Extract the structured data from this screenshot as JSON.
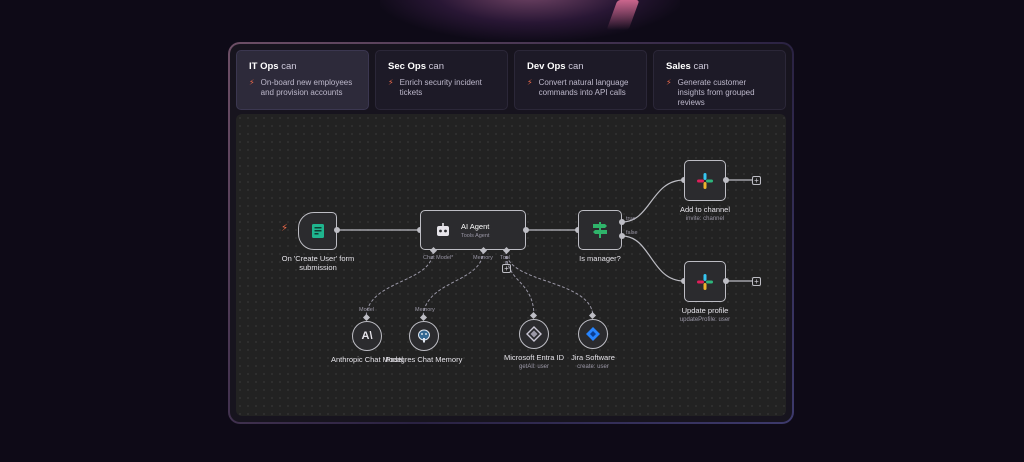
{
  "tabs": [
    {
      "team": "IT Ops",
      "suffix": "can",
      "desc": "On-board new employees and provision accounts",
      "active": true
    },
    {
      "team": "Sec Ops",
      "suffix": "can",
      "desc": "Enrich security incident tickets",
      "active": false
    },
    {
      "team": "Dev Ops",
      "suffix": "can",
      "desc": "Convert natural language commands into API calls",
      "active": false
    },
    {
      "team": "Sales",
      "suffix": "can",
      "desc": "Generate customer insights from grouped reviews",
      "active": false
    }
  ],
  "workflow": {
    "trigger": {
      "label": "On 'Create User' form submission",
      "icon": "form-icon"
    },
    "agent": {
      "title": "AI Agent",
      "subtitle": "Tools Agent",
      "icon": "robot-icon",
      "ports": {
        "chat_model": "Chat Model*",
        "memory": "Memory",
        "tool": "Tool"
      }
    },
    "condition": {
      "label": "Is manager?",
      "icon": "signpost-icon",
      "true_label": "true",
      "false_label": "false"
    },
    "slack_add": {
      "label": "Add to channel",
      "sublabel": "invite: channel",
      "icon": "slack-icon"
    },
    "slack_update": {
      "label": "Update profile",
      "sublabel": "updateProfile: user",
      "icon": "slack-icon"
    },
    "model": {
      "port_label": "Model",
      "label": "Anthropic Chat Model",
      "icon": "anthropic-icon"
    },
    "memory": {
      "port_label": "Memory",
      "label": "Postgres Chat Memory",
      "icon": "postgres-icon"
    },
    "entra": {
      "label": "Microsoft Entra ID",
      "sublabel": "getAll: user",
      "icon": "entra-icon"
    },
    "jira": {
      "label": "Jira Software",
      "sublabel": "create: user",
      "icon": "jira-icon"
    }
  },
  "colors": {
    "background": "#0e0a17",
    "canvas": "#222222",
    "trigger_bolt": "#f06a4a",
    "form_icon": "#1fb58f",
    "signpost_icon": "#2fb36a",
    "jira_blue": "#2684ff"
  }
}
